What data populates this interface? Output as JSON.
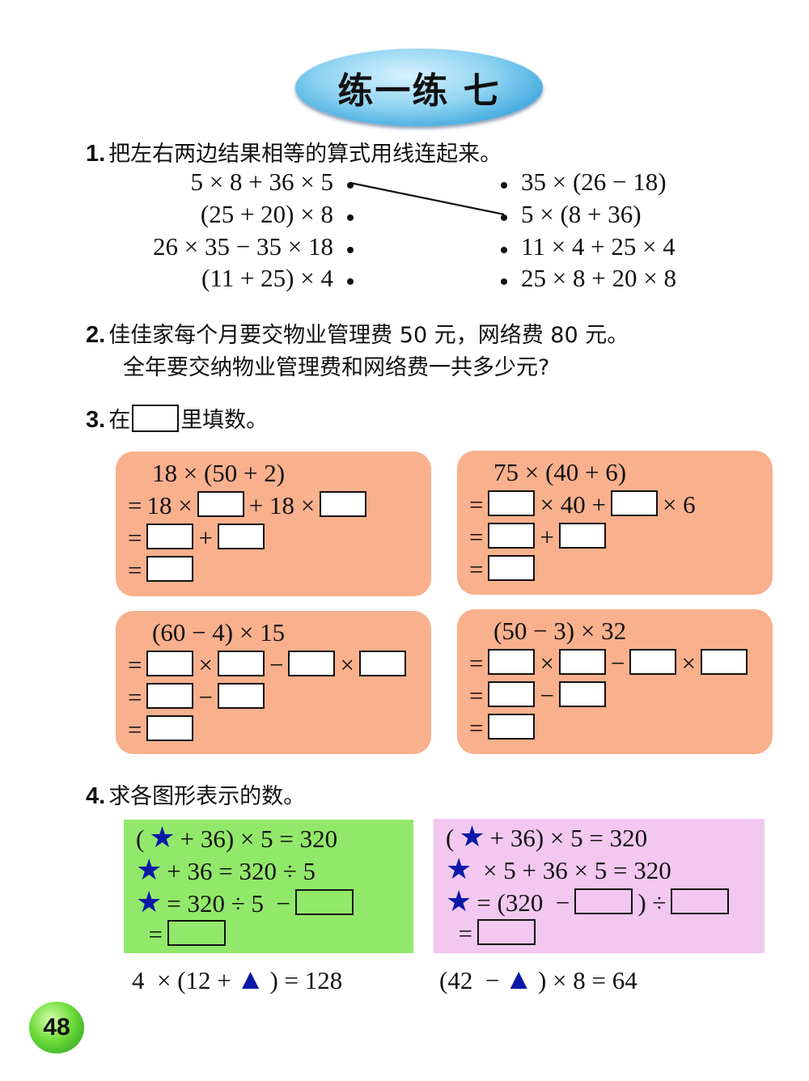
{
  "title": "练一练 七",
  "page_number": "48",
  "q1": {
    "num": "1.",
    "prompt": "把左右两边结果相等的算式用线连起来。",
    "left": [
      "5 × 8 + 36 × 5",
      "(25 + 20) × 8",
      "26 × 35 − 35 × 18",
      "(11 + 25) × 4"
    ],
    "right": [
      "35 × (26 − 18)",
      "5 × (8 + 36)",
      "11 × 4 + 25 × 4",
      "25 × 8 + 20 × 8"
    ]
  },
  "q2": {
    "num": "2.",
    "line1": "佳佳家每个月要交物业管理费 50 元，网络费 80 元。",
    "line2": "全年要交纳物业管理费和网络费一共多少元?"
  },
  "q3": {
    "num": "3.",
    "prompt_before": "在",
    "prompt_after": "里填数。",
    "panels": [
      {
        "lines": [
          [
            "18 × (50 + 2)"
          ],
          [
            "=",
            "18 ×",
            "[]",
            "+ 18 ×",
            "[]"
          ],
          [
            "=",
            "[]",
            "+",
            "[]"
          ],
          [
            "=",
            "[]"
          ]
        ]
      },
      {
        "lines": [
          [
            "75 × (40 + 6)"
          ],
          [
            "=",
            "[]",
            "× 40 +",
            "[]",
            "× 6"
          ],
          [
            "=",
            "[]",
            "+",
            "[]"
          ],
          [
            "=",
            "[]"
          ]
        ]
      },
      {
        "lines": [
          [
            "(60 − 4) × 15"
          ],
          [
            "=",
            "[]",
            "×",
            "[]",
            "−",
            "[]",
            "×",
            "[]"
          ],
          [
            "=",
            "[]",
            "−",
            "[]"
          ],
          [
            "=",
            "[]"
          ]
        ]
      },
      {
        "lines": [
          [
            "(50 − 3) × 32"
          ],
          [
            "=",
            "[]",
            "×",
            "[]",
            "−",
            "[]",
            "×",
            "[]"
          ],
          [
            "=",
            "[]",
            "−",
            "[]"
          ],
          [
            "=",
            "[]"
          ]
        ]
      }
    ]
  },
  "q4": {
    "num": "4.",
    "prompt": "求各图形表示的数。",
    "green": [
      [
        "(",
        "★",
        "+ 36) × 5 = 320"
      ],
      [
        "★",
        "+ 36 = 320 ÷ 5"
      ],
      [
        "★",
        "= 320 ÷ 5  −",
        "[]"
      ],
      [
        "  =",
        "[]"
      ]
    ],
    "pink": [
      [
        "(",
        "★",
        "+ 36) × 5 = 320"
      ],
      [
        "★",
        " × 5 + 36 × 5 = 320"
      ],
      [
        "★",
        "= (320  −",
        "[]",
        ") ÷",
        "[]"
      ],
      [
        "  =",
        "[]"
      ]
    ],
    "eq_left": [
      "4  × (12 +",
      "▲",
      ") = 128"
    ],
    "eq_right": [
      "(42  −",
      "▲",
      ") × 8 = 64"
    ]
  },
  "colors": {
    "panel": "#f9b08d",
    "green": "#92e86a",
    "pink": "#f2c8f0",
    "shape": "#0a1aa8"
  }
}
